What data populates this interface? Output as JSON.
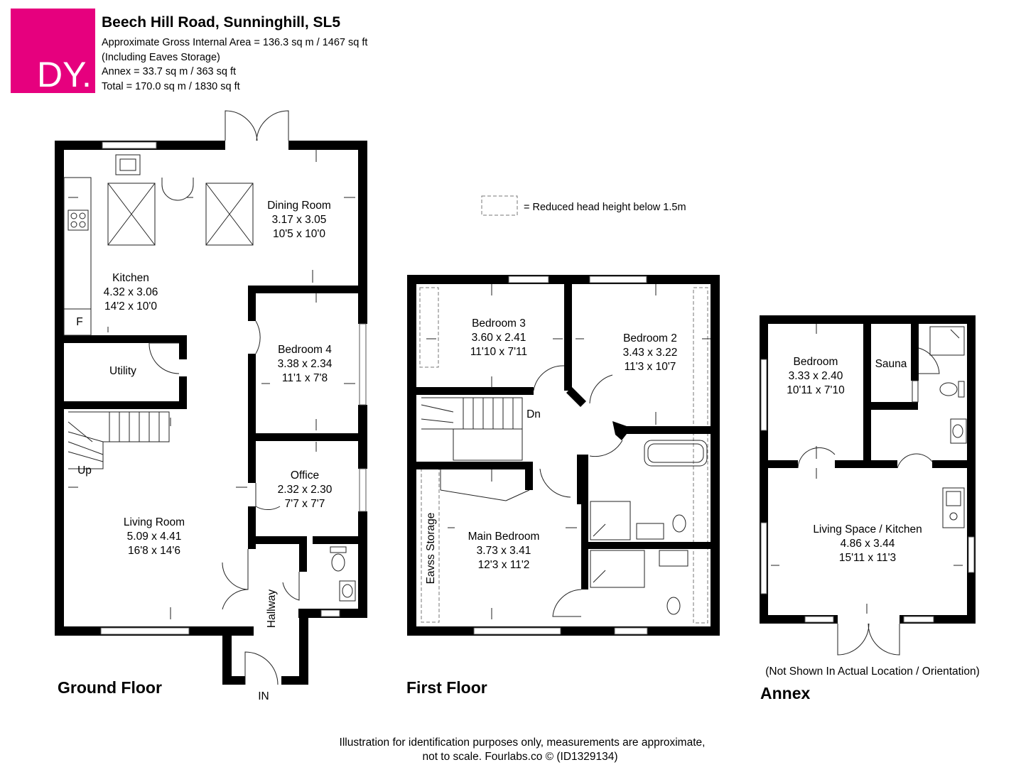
{
  "header": {
    "logo_text": "DY.",
    "logo_color": "#e6007e",
    "title": "Beech Hill Road, Sunninghill, SL5",
    "lines": [
      "Approximate Gross Internal Area = 136.3 sq m / 1467 sq ft",
      "(Including Eaves Storage)",
      "Annex = 33.7 sq m / 363 sq ft",
      "Total = 170.0 sq m / 1830 sq ft"
    ]
  },
  "legend": {
    "text": "= Reduced head height below 1.5m"
  },
  "ground_floor": {
    "label": "Ground Floor",
    "rooms": {
      "dining": {
        "name": "Dining Room",
        "metric": "3.17 x 3.05",
        "imperial": "10'5 x 10'0"
      },
      "kitchen": {
        "name": "Kitchen",
        "metric": "4.32 x 3.06",
        "imperial": "14'2 x 10'0"
      },
      "bedroom4": {
        "name": "Bedroom 4",
        "metric": "3.38 x 2.34",
        "imperial": "11'1 x 7'8"
      },
      "utility": {
        "name": "Utility"
      },
      "office": {
        "name": "Office",
        "metric": "2.32 x 2.30",
        "imperial": "7'7 x 7'7"
      },
      "living": {
        "name": "Living Room",
        "metric": "5.09 x 4.41",
        "imperial": "16'8 x 14'6"
      },
      "hallway": {
        "name": "Hallway"
      }
    },
    "fridge_label": "F",
    "stairs_label": "Up",
    "entrance_label": "IN"
  },
  "first_floor": {
    "label": "First Floor",
    "rooms": {
      "bedroom3": {
        "name": "Bedroom 3",
        "metric": "3.60 x 2.41",
        "imperial": "11'10 x 7'11"
      },
      "bedroom2": {
        "name": "Bedroom 2",
        "metric": "3.43 x 3.22",
        "imperial": "11'3 x 10'7"
      },
      "main": {
        "name": "Main Bedroom",
        "metric": "3.73 x 3.41",
        "imperial": "12'3 x 11'2"
      },
      "eaves": {
        "name": "Eavss Storage"
      }
    },
    "stairs_label": "Dn"
  },
  "annex": {
    "label": "Annex",
    "note": "(Not Shown In Actual Location / Orientation)",
    "rooms": {
      "bedroom": {
        "name": "Bedroom",
        "metric": "3.33 x 2.40",
        "imperial": "10'11 x 7'10"
      },
      "sauna": {
        "name": "Sauna"
      },
      "living": {
        "name": "Living Space / Kitchen",
        "metric": "4.86 x 3.44",
        "imperial": "15'11 x 11'3"
      }
    }
  },
  "footer": {
    "line1": "Illustration for identification purposes only, measurements are approximate,",
    "line2": "not to scale. Fourlabs.co © (ID1329134)"
  }
}
